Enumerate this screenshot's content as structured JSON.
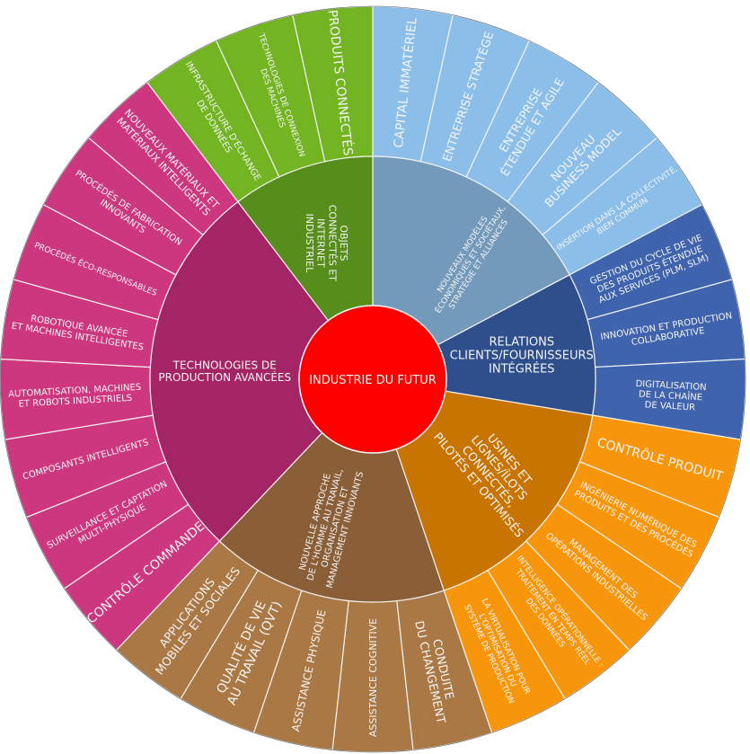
{
  "center": {
    "label": "INDUSTRIE DU FUTUR",
    "color": "#ff0000"
  },
  "sectors": [
    {
      "lines": [
        "NOUVEAUX MODÈLES",
        "ÉCONOMIQUES ET SOCIÉTAUX,",
        "STRATÉGIE ET ALLIANCES"
      ],
      "inner_color": "#7399bb",
      "outer_color": "#8bbfea",
      "children": [
        {
          "lines": [
            "CAPITAL IMMATÉRIEL"
          ]
        },
        {
          "lines": [
            "ENTREPRISE STRATÈGE"
          ]
        },
        {
          "lines": [
            "ENTREPRISE",
            "ÉTENDUE ET AGILE"
          ]
        },
        {
          "lines": [
            "NOUVEAU",
            "BUSINESS MODEL"
          ]
        },
        {
          "lines": [
            "INSERTION DANS LA COLLECTIVITÉ,",
            "BIEN COMMUN"
          ]
        }
      ]
    },
    {
      "lines": [
        "RELATIONS",
        "CLIENTS/FOURNISSEURS",
        "INTÉGRÉES"
      ],
      "inner_color": "#2e4f8c",
      "outer_color": "#3f64ad",
      "children": [
        {
          "lines": [
            "GESTION DU CYCLE DE VIE",
            "DES PRODUITS ÉTENDUE",
            "AUX SERVICES (PLM, SLM)"
          ]
        },
        {
          "lines": [
            "INNOVATION ET PRODUCTION",
            "COLLABORATIVE"
          ]
        },
        {
          "lines": [
            "DIGITALISATION",
            "DE LA CHAÎNE",
            "DE VALEUR"
          ]
        }
      ]
    },
    {
      "lines": [
        "USINES ET",
        "LIGNES/ÎLOTS",
        "CONNECTÉS,",
        "PILOTÉS ET OPTIMISÉS"
      ],
      "inner_color": "#c87400",
      "outer_color": "#f7960a",
      "children": [
        {
          "lines": [
            "CONTRÔLE PRODUIT"
          ]
        },
        {
          "lines": [
            "INGÉNIERIE NUMÉRIQUE DES",
            "PRODUITS ET DES PROCÉDÉS"
          ]
        },
        {
          "lines": [
            "MANAGEMENT DES",
            "OPÉRATIONS INDUSTRIELLES"
          ]
        },
        {
          "lines": [
            "INTELLIGENCE OPÉRATIONNELLE :",
            "TRAITEMENT EN TEMPS RÉEL",
            "DES DONNÉES"
          ]
        },
        {
          "lines": [
            "LA VIRTUALISATION POUR",
            "L'OPTIMISATION DU",
            "SYSTÈME DE PRODUCTION"
          ]
        }
      ]
    },
    {
      "lines": [
        "NOUVELLE APPROCHE",
        "DE L'HOMME AU TRAVAIL,",
        "ORGANISATION ET",
        "MANAGEMENT INNOVANTS"
      ],
      "inner_color": "#8a5f37",
      "outer_color": "#a97844",
      "children": [
        {
          "lines": [
            "CONDUITE",
            "DU CHANGEMENT"
          ]
        },
        {
          "lines": [
            "ASSISTANCE COGNITIVE"
          ]
        },
        {
          "lines": [
            "ASSISTANCE PHYSIQUE"
          ]
        },
        {
          "lines": [
            "QUALITÉ DE VIE",
            "AU TRAVAIL (QVT)"
          ]
        },
        {
          "lines": [
            "APPLICATIONS",
            "MOBILES ET SOCIALES"
          ]
        }
      ]
    },
    {
      "lines": [
        "TECHNOLOGIES DE",
        "PRODUCTION AVANCÉES"
      ],
      "inner_color": "#a32565",
      "outer_color": "#cc377f",
      "children": [
        {
          "lines": [
            "CONTRÔLE COMMANDE"
          ]
        },
        {
          "lines": [
            "SURVEILLANCE ET CAPTATION",
            "MULTI-PHYSIQUE"
          ]
        },
        {
          "lines": [
            "COMPOSANTS INTELLIGENTS"
          ]
        },
        {
          "lines": [
            "AUTOMATISATION, MACHINES",
            "ET ROBOTS INDUSTRIELS"
          ]
        },
        {
          "lines": [
            "ROBOTIQUE AVANCÉE",
            "ET MACHINES INTELLIGENTES"
          ]
        },
        {
          "lines": [
            "PROCÉDÉS ÉCO-RESPONSABLES"
          ]
        },
        {
          "lines": [
            "PROCÉDÉS DE FABRICATION",
            "INNOVANTS"
          ]
        },
        {
          "lines": [
            "NOUVEAUX MATÉRIAUX ET",
            "MATÉRIAUX INTELLIGENTS"
          ]
        }
      ]
    },
    {
      "lines": [
        "OBJETS",
        "CONNECTÉS ET",
        "INTERNET",
        "INDUSTRIEL"
      ],
      "inner_color": "#578e1b",
      "outer_color": "#72b422",
      "children": [
        {
          "lines": [
            "INFRASTRUCTURE D'ÉCHANGE",
            "DE DONNÉES"
          ]
        },
        {
          "lines": [
            "TECHNOLOGIES DE CONNEXION",
            "DES MACHINES"
          ]
        },
        {
          "lines": [
            "PRODUITS CONNECTÉS"
          ]
        }
      ]
    }
  ]
}
